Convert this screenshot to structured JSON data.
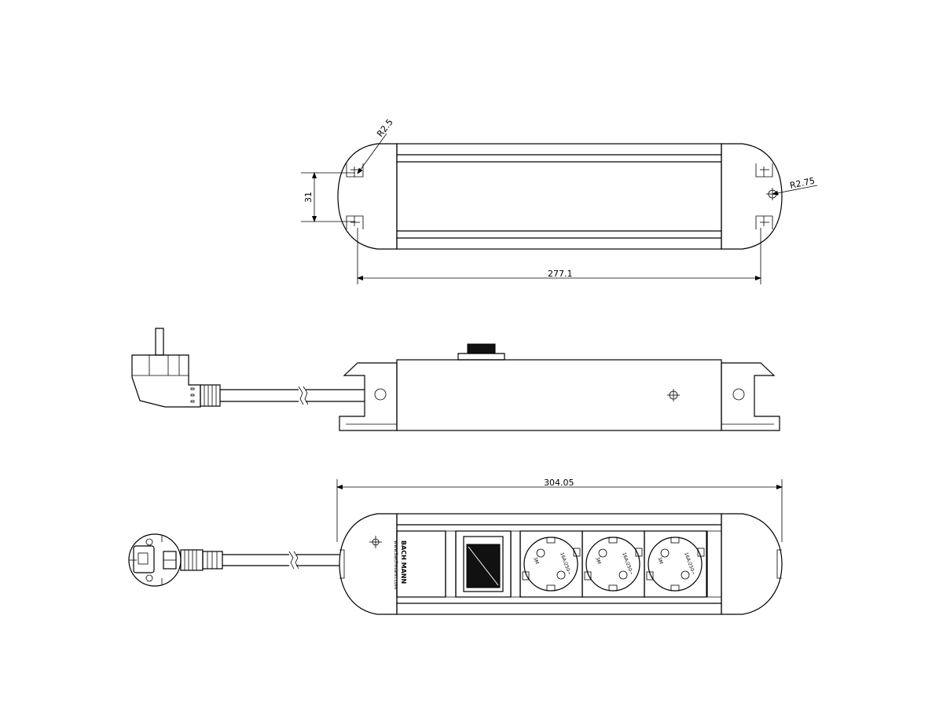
{
  "dimensions": {
    "radius_left": "R2.5",
    "radius_right": "R2.75",
    "hole_spacing": "31",
    "top_length": "277.1",
    "front_length": "304.05"
  },
  "product": {
    "brand": "BACH MANN",
    "website": "www.bachmann.com",
    "socket_rating": "16A/250~",
    "socket_ground": "3M"
  },
  "colors": {
    "line": "#000000",
    "background": "#ffffff",
    "switch": "#111111"
  }
}
